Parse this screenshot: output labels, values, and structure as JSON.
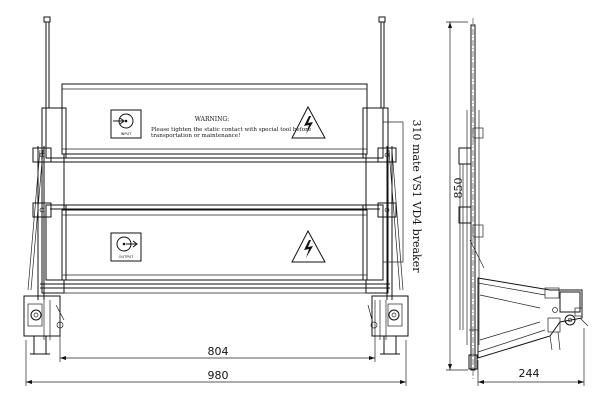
{
  "drawing": {
    "panel_labels": {
      "input": "INPUT",
      "output": "OUTPUT"
    },
    "warning": {
      "heading": "WARNING:",
      "line1": "Please tighten the static contact with special tool before",
      "line2": "transportation or maintenance!"
    },
    "side_note": "310 mate VS1 VD4 breaker",
    "dimensions": {
      "inner_width": "804",
      "overall_width": "980",
      "height": "850",
      "depth": "244"
    },
    "icons": [
      "input-symbol-icon",
      "output-symbol-icon",
      "high-voltage-warning-icon"
    ]
  }
}
